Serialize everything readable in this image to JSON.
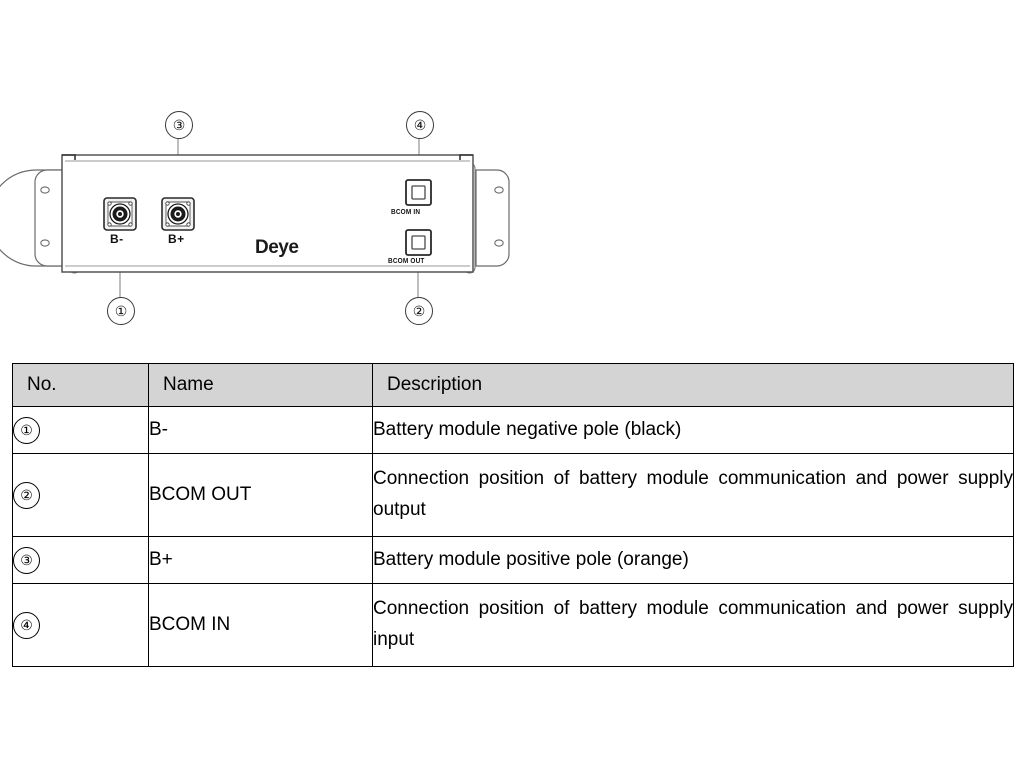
{
  "figure": {
    "brand": "Deye",
    "port_labels": {
      "negative": "B-",
      "positive": "B+",
      "bcom_in": "BCOM IN",
      "bcom_out": "BCOM OUT"
    },
    "callouts": [
      {
        "id": "callout-1",
        "number": "①"
      },
      {
        "id": "callout-2",
        "number": "②"
      },
      {
        "id": "callout-3",
        "number": "③"
      },
      {
        "id": "callout-4",
        "number": "④"
      }
    ],
    "colors": {
      "outline": "#4a4a4a",
      "body_fill": "#ffffff",
      "bracket_fill": "#ffffff",
      "connector_dark": "#1a1a1a"
    }
  },
  "table": {
    "headers": {
      "no": "No.",
      "name": "Name",
      "description": "Description"
    },
    "rows": [
      {
        "no": "①",
        "name": "B-",
        "description": "Battery module negative pole (black)"
      },
      {
        "no": "②",
        "name": "BCOM OUT",
        "description": "Connection position of battery module communication and power supply output"
      },
      {
        "no": "③",
        "name": "B+",
        "description": "Battery module positive pole (orange)"
      },
      {
        "no": "④",
        "name": "BCOM IN",
        "description": "Connection position of battery module communication and power supply input"
      }
    ],
    "header_fill": "#d4d4d4",
    "border_color": "#000000"
  }
}
